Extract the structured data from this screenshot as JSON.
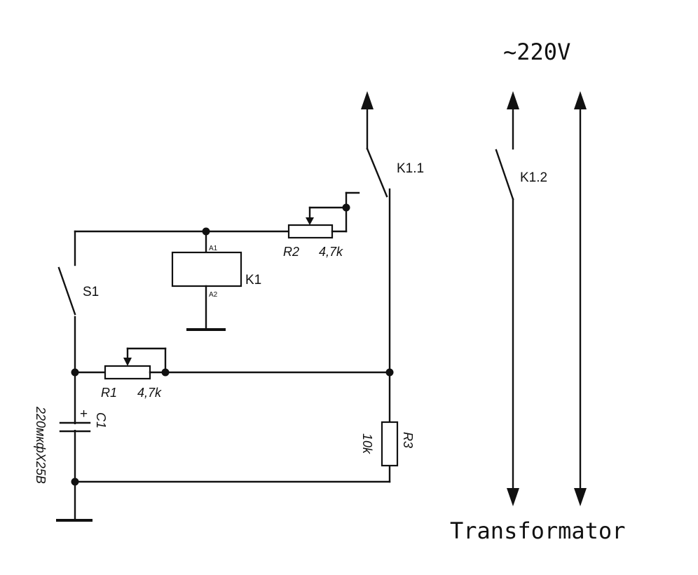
{
  "labels": {
    "k1_1": "K1.1",
    "k1_2": "K1.2",
    "s1": "S1",
    "k1": "K1",
    "a1": "A1",
    "a2": "A2",
    "r2_name": "R2",
    "r2_value": "4,7k",
    "r1_name": "R1",
    "r1_value": "4,7k",
    "c1_name": "C1",
    "c1_plus": "+",
    "c1_value": "220мкфX25B",
    "r3_name": "R3",
    "r3_value": "10k",
    "mains": "~220V",
    "transformer": "Transformator"
  }
}
